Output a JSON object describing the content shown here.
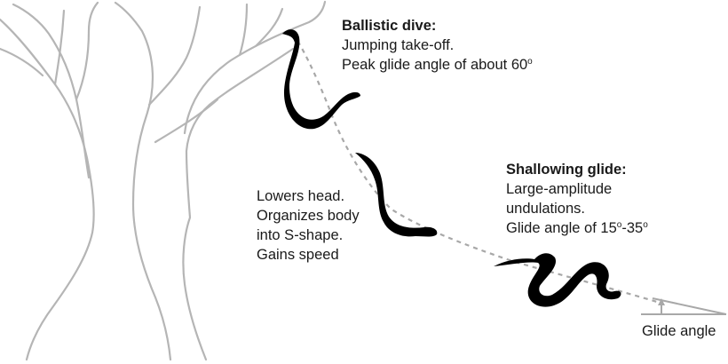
{
  "stages": {
    "ballistic": {
      "title": "Ballistic dive:",
      "line1": "Jumping take-off.",
      "line2_prefix": "Peak glide angle of about 60",
      "line2_sup": "o"
    },
    "transition": {
      "line1": "Lowers head.",
      "line2": "Organizes body",
      "line3": "into S-shape.",
      "line4": "Gains speed"
    },
    "shallowing": {
      "title": "Shallowing glide:",
      "line1": "Large-amplitude",
      "line2": "undulations.",
      "line3_a": "Glide angle of 15",
      "line3_sup1": "o",
      "line3_b": "-35",
      "line3_sup2": "o"
    }
  },
  "angle_label": "Glide angle",
  "colors": {
    "tree": "#b5b5b5",
    "trajectory": "#a8a8a8",
    "snake": "#000000",
    "text": "#1a1a1a"
  }
}
